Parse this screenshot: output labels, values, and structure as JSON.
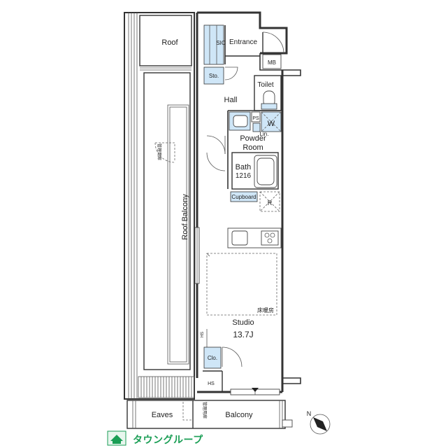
{
  "rooms": {
    "roof": "Roof",
    "roof_balcony": "Roof Balcony",
    "sic": "SIC",
    "entrance": "Entrance",
    "mb": "MB",
    "storage": "Sto.",
    "toilet": "Toilet",
    "hall": "Hall",
    "ps": "PS",
    "washer": "W",
    "linen": "Lin.",
    "powder_room_line1": "Powder",
    "powder_room_line2": "Room",
    "bath_line1": "Bath",
    "bath_line2": "1216",
    "cupboard": "Cupboard",
    "refrigerator": "R",
    "floor_heating": "床暖房",
    "studio": "Studio",
    "studio_size": "13.7J",
    "hs_upper": "HS",
    "closet": "Clo.",
    "hs_lower": "HS",
    "eaves": "Eaves",
    "balcony": "Balcony",
    "management_hatch_top": "管理用扉",
    "management_hatch_bottom": "管理用扉"
  },
  "compass": {
    "label": "N"
  },
  "logo": {
    "brand": "タウングループ"
  },
  "colors": {
    "fixture_blue": "#cfe6f7",
    "wall": "#333333",
    "brand_green": "#1a9e55"
  }
}
